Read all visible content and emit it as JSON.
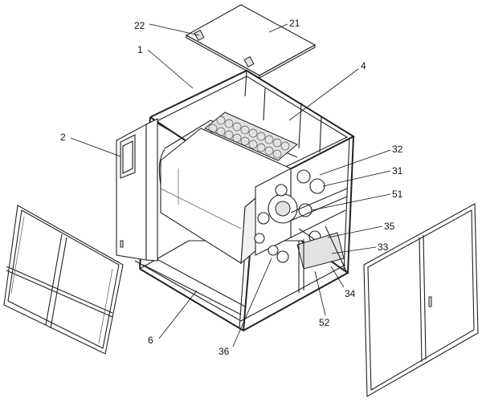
{
  "labels": {
    "l22": "22",
    "l21": "21",
    "l1": "1",
    "l4": "4",
    "l2": "2",
    "l32": "32",
    "l31": "31",
    "l51": "51",
    "l35": "35",
    "l33": "33",
    "l34": "34",
    "l52": "52",
    "l6": "6",
    "l36": "36"
  }
}
